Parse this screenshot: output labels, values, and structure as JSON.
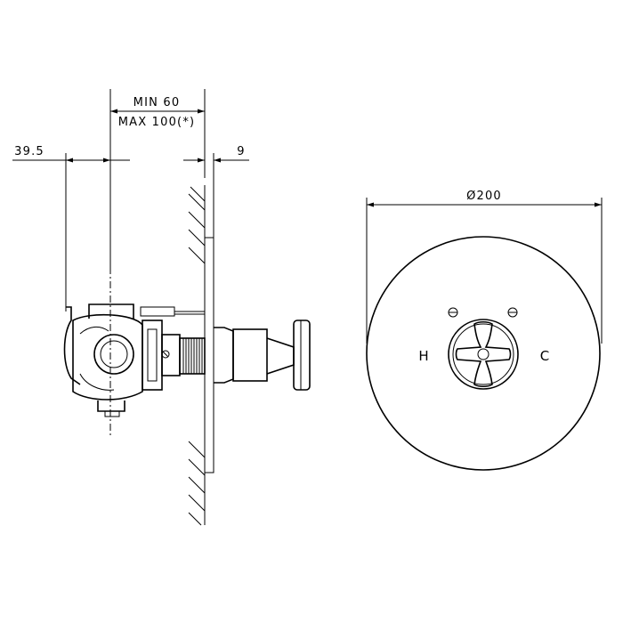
{
  "dimensions": {
    "min": "MIN 60",
    "max": "MAX 100(*)",
    "left_offset": "39.5",
    "plate_thickness": "9",
    "diameter": "Ø200"
  },
  "plate_labels": {
    "hot": "H",
    "cold": "C"
  }
}
